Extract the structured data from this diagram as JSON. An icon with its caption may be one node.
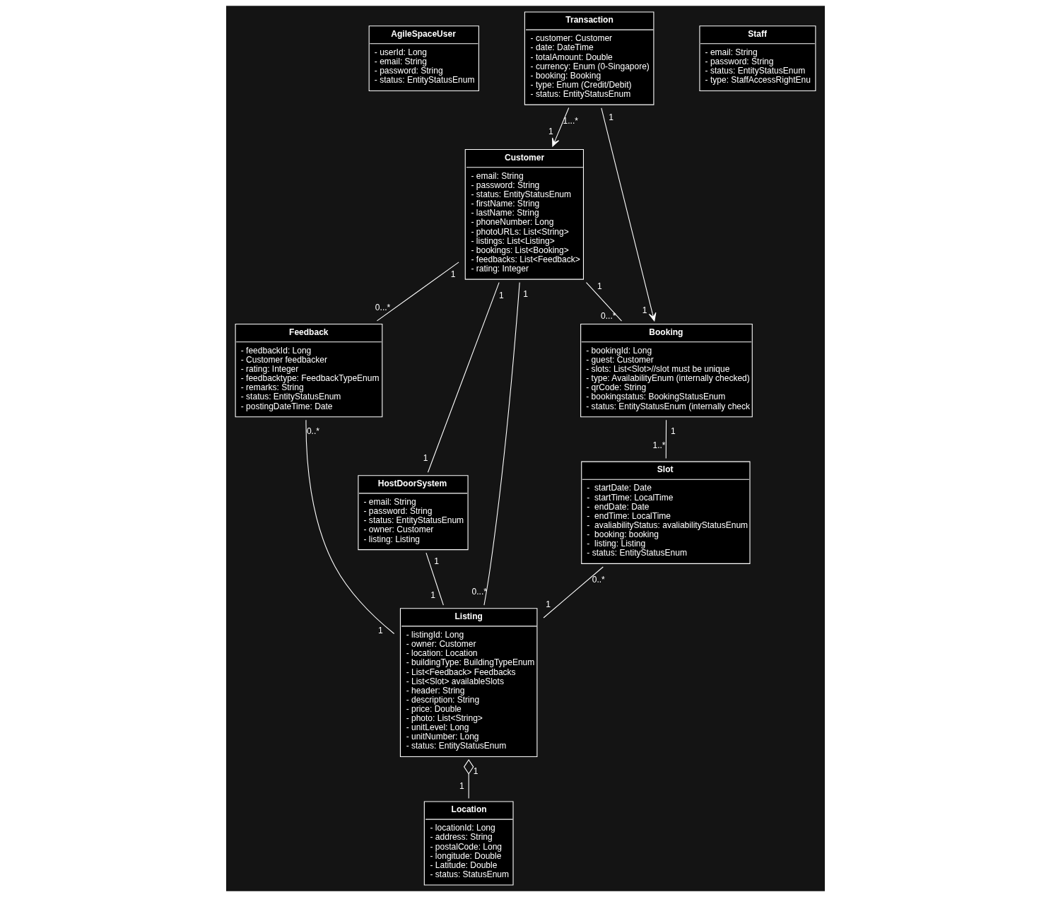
{
  "diagram": {
    "nodes": [
      {
        "text": [
          "AgileSpaceUser",
          "- userId: Long",
          "- email: String",
          "- password: String",
          "- status: EntityStatusEnum"
        ]
      },
      {
        "text": [
          "Customer",
          "- email: String",
          "- password: String",
          "- status: EntityStatusEnum",
          "- firstName: String",
          "- lastName: String",
          "- phoneNumber: Long",
          "- photoURLs: List<String>",
          "- listings: List<Listing>",
          "- bookings: List<Booking>",
          "- feedbacks: List<Feedback>",
          "- rating: Integer"
        ]
      },
      {
        "text": [
          "HostDoorSystem",
          "- email: String",
          "- password: String",
          "- status: EntityStatusEnum",
          "- owner: Customer",
          "- listing: Listing"
        ]
      },
      {
        "text": [
          "Staff",
          "- email: String",
          "- password: String",
          "- status: EntityStatusEnum",
          "- type: StaffAccessRightEnu"
        ]
      },
      {
        "text": [
          "Transaction",
          "- customer: Customer",
          "- date: DateTime",
          "- totalAmount: Double",
          "- currency: Enum (0-Singapore)",
          "- booking: Booking",
          "- type: Enum (Credit/Debit)",
          "- status: EntityStatusEnum"
        ]
      },
      {
        "text": [
          "Feedback",
          "- feedbackId: Long",
          "- Customer feedbacker",
          "- rating: Integer",
          "- feedbacktype: FeedbackTypeEnum",
          "- remarks: String",
          "- status: EntityStatusEnum",
          "- postingDateTime: Date"
        ]
      },
      {
        "text": [
          "Booking",
          "- bookingId: Long",
          "- guest: Customer",
          "- slots: List<Slot>//slot must be unique",
          "- type: AvailabilityEnum (internally checked)",
          "- qrCode: String",
          "- bookingstatus: BookingStatusEnum",
          "- status: EntityStatusEnum (internally check"
        ]
      },
      {
        "text": [
          "Slot",
          "-  startDate: Date",
          "-  startTime: LocalTime",
          "-  endDate: Date",
          "-  endTime: LocalTime",
          "-  avaliabilityStatus: avaliabilityStatusEnum",
          "-  booking: booking",
          "-  listing: Listing",
          "- status: EntityStatusEnum"
        ]
      },
      {
        "text": [
          "Listing",
          "- listingId: Long",
          "- owner: Customer",
          "- location: Location",
          "- buildingType: BuildingTypeEnum",
          "- List<Feedback> Feedbacks",
          "- List<Slot> availableSlots",
          "- header: String",
          "- description: String",
          "- price: Double",
          "- photo: List<String>",
          "- unitLevel: Long",
          "- unitNumber: Long",
          "- status: EntityStatusEnum"
        ]
      },
      {
        "text": [
          "Location",
          "- locationId: Long",
          "- address: String",
          "- postalCode: Long",
          "- longitude: Double",
          "- Latitude: Double",
          "- status: StatusEnum"
        ]
      }
    ],
    "edges": [
      {
        "from": 4,
        "to": 1,
        "arrow": "to"
      },
      {
        "from": 1,
        "to": 6,
        "arrow": "none"
      },
      {
        "from": 1,
        "to": 2,
        "arrow": "none"
      },
      {
        "from": 1,
        "to": 5,
        "arrow": "none"
      },
      {
        "from": 1,
        "to": 8,
        "arrow": "none"
      },
      {
        "from": 2,
        "to": 8,
        "arrow": "none"
      },
      {
        "from": 4,
        "to": 6,
        "arrow": "to"
      },
      {
        "from": 5,
        "to": 8,
        "arrow": "none"
      },
      {
        "from": 6,
        "to": 7,
        "arrow": "none"
      },
      {
        "from": 7,
        "to": 8,
        "arrow": "none"
      },
      {
        "from": 8,
        "to": 9,
        "arrow": "other"
      }
    ],
    "labels": [
      "1...*",
      "1",
      "1",
      "0...*",
      "1",
      "1",
      "1",
      "0...*",
      "1",
      "0...*",
      "1",
      "1",
      "1",
      "1",
      "0..*",
      "1",
      "1",
      "1..*",
      "0..*",
      "1",
      "1",
      "1"
    ]
  }
}
